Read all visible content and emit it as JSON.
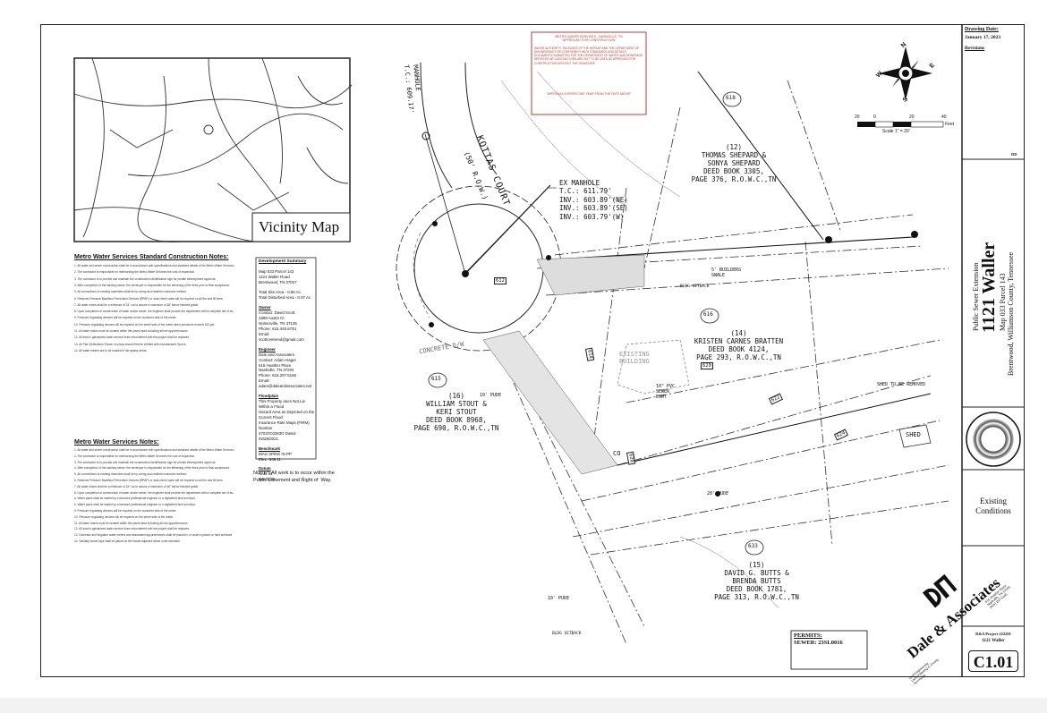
{
  "drawing_date": {
    "label": "Drawing Date:",
    "value": "January 17, 2023",
    "revisions_label": "Revisions"
  },
  "vicinity_map": {
    "title": "Vicinity Map"
  },
  "std_notes": {
    "title": "Metro Water Services Standard Construction Notes:",
    "lines": [
      "1. All water and sewer construction shall be in accordance with specifications and standard details of the Metro Water Services.",
      "2. The contractor is responsible for reimbursing the Metro Water Services the cost of inspection.",
      "3. The contractor is to provide and maintain the construction identification sign for private development approval.",
      "4. After completion of the sanitary sewer, the developer is responsible for the televising of the lines prior to final acceptance.",
      "5. All connections to existing manholes shall be by coring and resilient connector method.",
      "6. Reduced Pressure Backflow Prevention Devices (RPBP) or dual check valve will be required on all fire and fill lines.",
      "7. All water mains shall be a minimum of 24\" cut to assure a maximum of 48\" below finished grade.",
      "8. Upon completion of construction of water and/or sewer, the engineer shall provide the department with a complete set of as-built plans on mylar.",
      "9. Pressure regulating devices will be required on the customer side of the meter.",
      "10. Pressure regulating devices will be required on the street side of the meter when pressures exceed 100 psi.",
      "11. All water mains must be located within the paved area including all line appurtenances.",
      "12. All lead in galvanized water service lines encountered with the project shall be replaced.",
      "13. All Plan Deflections Shown on plans should first be verified with manufacturer Spec's.",
      "14. All water meters are to be located in the grassy areas."
    ]
  },
  "mws_notes": {
    "title": "Metro Water Services Notes:",
    "lines": [
      "1. All water and sewer construction shall be in accordance with specifications and standard details of the Metro Water Services.",
      "2. The contractor is responsible for reimbursing the Metro Water Services the cost of inspection.",
      "3. The contractor is to provide and maintain the construction identification sign for private development approval.",
      "4. After completion of the sanitary sewer, the developer is responsible for the televising of the lines prior to final acceptance.",
      "5. All connections to existing manholes shall be by coring and resilient connector method.",
      "6. Reduced Pressure Backflow Prevention Devices (RPBP) or dual check valve will be required on all fire and fill lines.",
      "7. All water mains shall be a minimum of 24\" cut to assure a maximum of 48\" below finished grade.",
      "8. Upon completion of construction of water and/or sewer, the engineer shall provide the department with a complete set of as-built plans.",
      "a. Water plans shall be sealed by a licensed professional engineer or a registered land surveyor.",
      "b. Water plans shall be sealed by a licensed professional engineer or a registered land surveyor.",
      "9. Pressure regulating devices will be required on the customer side of the meter.",
      "10. Pressure regulating devices will be required on the street side of the meter.",
      "11. All water mains must be located within the paved area including all line appurtenances.",
      "12. All lead in galvanized water service lines encountered with the project shall be replaced.",
      "13. Domestic and irrigation water meters and associated appurtenances shall be placed in or under a paved or hard surfaced area.",
      "14. Sanitary sewer taps shall be placed at the lowest adjacent sewer main elevation."
    ]
  },
  "dev_summary": {
    "title": "Development Summary",
    "map": "Map 033 Parcel 143",
    "address1": "1121 Waller Road",
    "address2": "Brentwood, TN 37027",
    "area1": "Total Site Area - 0.86 Ac.",
    "area2": "Total Disturbed Area - 0.07 Ac.",
    "owner_label": "Owner",
    "owner_lines": [
      "Contact: David Scott",
      "1598 Austin Ct",
      "Nolensville, TN 37135",
      "Phone: 615.445.6744",
      "Email: scottcentered@gmail.com"
    ],
    "engineer_label": "Engineer",
    "engineer_lines": [
      "Dale and Associates",
      "Contact: Adam Hager",
      "516 Heather Place",
      "Nashville, TN 37204",
      "Phone: 615.297.5166",
      "Email: adam@daleandassociates.net"
    ],
    "flood_label": "Floodplain",
    "flood_lines": [
      "This Property does Not Lie Within a Flood",
      "Hazard Area as Depicted on the Current Flood",
      "Insurance Rate Maps (FIRM) Number",
      "47037C0283G Dated 02/28/2021."
    ],
    "bench_label": "Benchmark",
    "bench_lines": [
      "MAG SPIKE IN PP",
      "Elev.: 649.11"
    ],
    "datum_label": "Datum",
    "datum_lines": [
      "NAD 83",
      "NAVD 88"
    ]
  },
  "note_work": {
    "line1": "NOTE*: All work is to occur within the",
    "line2": "Public Easement and Right of  Way."
  },
  "stamp": {
    "title": "METRO WATER SERVICES - NASHVILLE, TN",
    "subtitle": "\"APPROVED FOR CONSTRUCTION\"",
    "body": "WATER AUTHORITY, RELEASES OF THE HEREBY AND THE DEPARTMENT OF ENGINEERING FOR CONFORMITY WITH STANDARDS AND DETAILS. DOCUMENTS SUBMITTED FOR THE DEPARTMENT OF WATER AND SEWERAGE SERVICES OR CONTRACTORS ARE NOT TO BE USED AS APPROVED FOR CONSTRUCTION WITHOUT THE SIGNATURE.",
    "footer": "\"APPROVAL EXPIRES ONE YEAR FROM THE DATE ABOVE\""
  },
  "street": {
    "name": "KOTTAS COURT",
    "row": "(50' R.O.W.)"
  },
  "manhole_top": {
    "label": "MANHOLE",
    "tc": "T.C.: 609.17'"
  },
  "ex_manhole": {
    "l1": "EX MANHOLE",
    "l2": "T.C.: 611.79'",
    "l3": "INV.: 603.89'(NE)",
    "l4": "INV.: 603.89'(SE)",
    "l5": "INV.: 603.79'(W)"
  },
  "concrete": "CONCRETE D/W",
  "existing_building": {
    "l1": "EXISTING",
    "l2": "BUILDING"
  },
  "owners": [
    {
      "num": "(12)",
      "names": "THOMAS SHEPARD &",
      "names2": "SONYA SHEPARD",
      "deed": "DEED BOOK 3305,",
      "page": "PAGE 376, R.O.W.C.,TN",
      "addr": "618"
    },
    {
      "num": "(14)",
      "names": "KRISTEN CARNES BRATTEN",
      "names2": "",
      "deed": "DEED BOOK 4124,",
      "page": "PAGE 293, R.O.W.C.,TN",
      "addr": "616"
    },
    {
      "num": "(16)",
      "names": "WILLIAM STOUT &",
      "names2": "KERI STOUT",
      "deed": "DEED BOOK 8968,",
      "page": "PAGE 690, R.O.W.C.,TN",
      "addr": "615"
    },
    {
      "num": "(15)",
      "names": "DAVID G. BUTTS &",
      "names2": "BRENDA BUTTS",
      "deed": "DEED BOOK 1781,",
      "page": "PAGE 313, R.O.W.C.,TN",
      "addr": "633"
    }
  ],
  "callouts": {
    "builders_swale": "5' BUILDERS\nSWALE",
    "bldg_setback": "BLDG SETBACK",
    "shed_removed": "SHED TO BE REMOVED",
    "shed": "SHED",
    "pvc_sewer": "10\" PVC\nSEWER\nESMT",
    "pude_1": "10' PUDE",
    "pude_2": "20' PUDE",
    "pude_3": "10' PUDE",
    "bldg_setback_2": "BLDG SETBACK",
    "co": "CO"
  },
  "pipe_labels": [
    "612",
    "614",
    "620",
    "622",
    "624",
    "628"
  ],
  "scale": {
    "ticks": [
      "20",
      "0",
      "20",
      "40"
    ],
    "unit": "Feet",
    "text": "Scale 1\" = 20'"
  },
  "permits": {
    "label": "PERMITS:",
    "sewer": "SEWER: 23SL0016"
  },
  "title_block": {
    "project_type": "Public Sewer Extension",
    "project_name": "1121 Waller",
    "map": "Map 033 Parcel 143",
    "location": "Brentwood, Williamson County, Tennessee",
    "sheet_title": "Existing Conditions",
    "company": "Dale & Associates",
    "company_sub": "Civil Engineering\nLand Planning & Zoning\nSurveying",
    "company_addr": "516 Heather Place\nNashville, TN 37204\n(615) 297-5166",
    "project_no": "D&A Project #22201",
    "project_short": "1121 Waller",
    "sheet_no": "C1.01",
    "dd_label": "DD"
  },
  "north_letters": {
    "n": "N",
    "e": "E",
    "s": "S",
    "w": "W"
  }
}
